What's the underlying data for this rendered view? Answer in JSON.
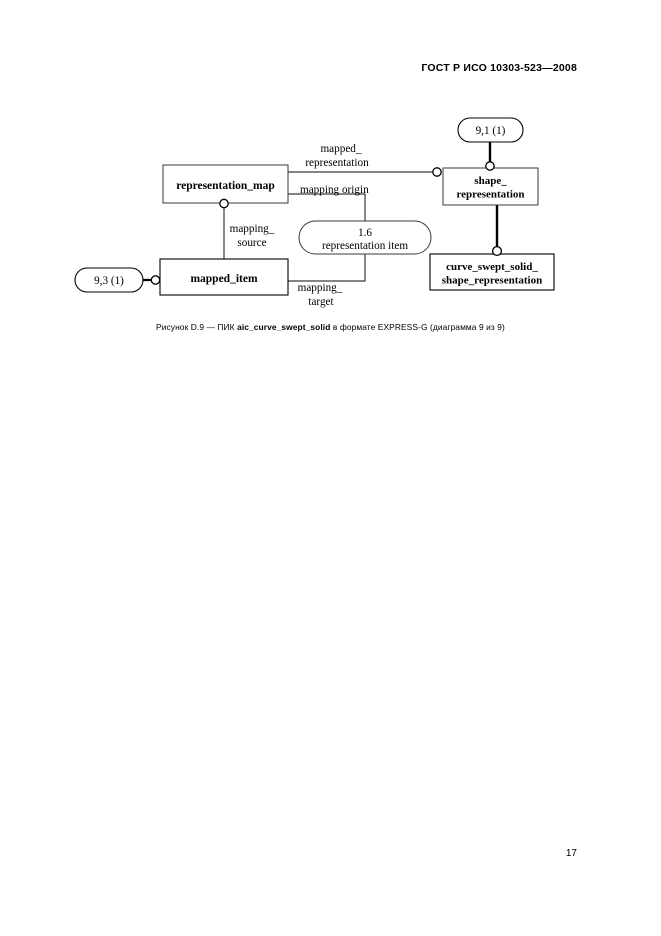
{
  "header": {
    "standard": "ГОСТ Р ИСО 10303-523—2008"
  },
  "page": {
    "number": "17"
  },
  "caption": {
    "prefix": "Рисунок D.9 — ПИК ",
    "bold": "aic_curve_swept_solid",
    "suffix": " в формате EXPRESS-G (диаграмма 9 из 9)"
  },
  "diagram": {
    "type": "EXPRESS-G",
    "entities": [
      {
        "id": "representation_map",
        "label": "representation_map",
        "shape": "rect"
      },
      {
        "id": "shape_representation",
        "label_line1": "shape_",
        "label_line2": "representation",
        "shape": "rect"
      },
      {
        "id": "mapped_item",
        "label": "mapped_item",
        "shape": "rect"
      },
      {
        "id": "curve_swept_solid_shape_representation",
        "label_line1": "curve_swept_solid_",
        "label_line2": "shape_representation",
        "shape": "rect"
      },
      {
        "id": "representation_item",
        "label_line1": "1.6",
        "label_line2": "representation  item",
        "shape": "rounded"
      }
    ],
    "page_refs": [
      {
        "id": "ref_9_1",
        "label": "9,1 (1)"
      },
      {
        "id": "ref_9_3",
        "label": "9,3 (1)"
      }
    ],
    "relations": [
      {
        "id": "mapped_representation",
        "label_line1": "mapped_",
        "label_line2": "representation"
      },
      {
        "id": "mapping_origin",
        "label_line1": "mapping  origin",
        "label_line2": ""
      },
      {
        "id": "mapping_source",
        "label_line1": "mapping_",
        "label_line2": "source"
      },
      {
        "id": "mapping_target",
        "label_line1": "mapping_",
        "label_line2": "target"
      }
    ]
  }
}
